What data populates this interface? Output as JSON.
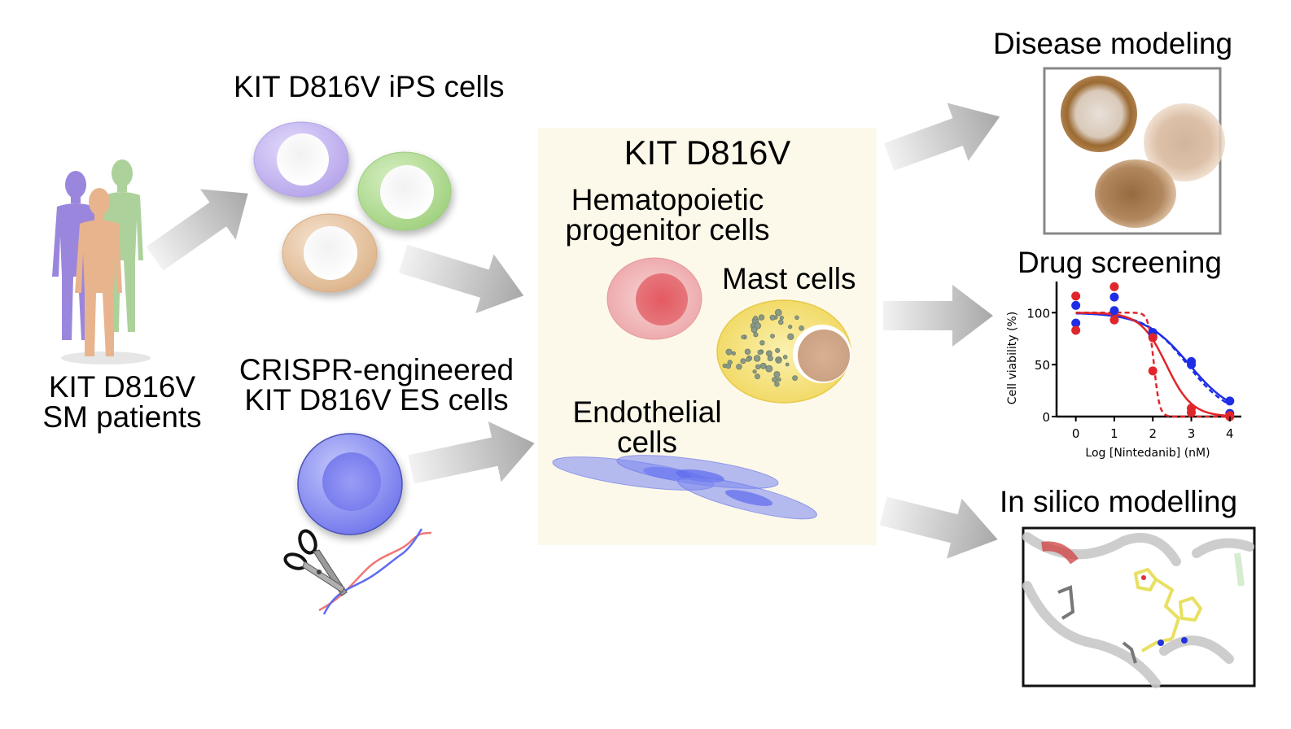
{
  "diagram": {
    "patients": {
      "label_line1": "KIT D816V",
      "label_line2": "SM patients",
      "figure_colors": [
        "#9b86dd",
        "#e8b48e",
        "#a9cf96"
      ]
    },
    "ips_cells": {
      "label": "KIT D816V iPS cells",
      "cell_colors": [
        "#c6b8ef",
        "#b5dc98",
        "#e6c09d"
      ]
    },
    "es_cells": {
      "label_line1": "CRISPR-engineered",
      "label_line2": "KIT D816V ES cells",
      "cell_color": "#7d82f0",
      "dna_colors": [
        "#f06a6a",
        "#5566ee"
      ]
    },
    "center_panel": {
      "title": "KIT D816V",
      "hpc_label_line1": "Hematopoietic",
      "hpc_label_line2": "progenitor cells",
      "mast_label": "Mast cells",
      "endo_label_line1": "Endothelial",
      "endo_label_line2": "cells",
      "background": "#fdf9ea"
    },
    "outputs": {
      "disease_modeling": {
        "title": "Disease modeling"
      },
      "drug_screening": {
        "title": "Drug screening"
      },
      "in_silico": {
        "title": "In silico modelling"
      }
    }
  },
  "chart_data": {
    "type": "scatter",
    "title": "Drug screening",
    "xlabel": "Log [Nintedanib] (nM)",
    "ylabel": "Cell viability (%)",
    "x_ticks": [
      0,
      1,
      2,
      3,
      4
    ],
    "y_ticks": [
      0,
      50,
      100
    ],
    "xlim": [
      -0.5,
      4.3
    ],
    "ylim": [
      0,
      130
    ],
    "grid": false,
    "series": [
      {
        "name": "blue",
        "color": "#1f2ee6",
        "points": [
          [
            0,
            107
          ],
          [
            0,
            90
          ],
          [
            1,
            115
          ],
          [
            1,
            102
          ],
          [
            2,
            81
          ],
          [
            2,
            77
          ],
          [
            3,
            53
          ],
          [
            3,
            50
          ],
          [
            4,
            15
          ],
          [
            4,
            3
          ]
        ],
        "fit_solid": {
          "top": 100,
          "bottom": 0,
          "log_ic50": 2.95,
          "hill": 0.75
        },
        "fit_dashed": {
          "top": 100,
          "bottom": 0,
          "log_ic50": 2.9,
          "hill": 0.8
        }
      },
      {
        "name": "red",
        "color": "#e0262a",
        "points": [
          [
            0,
            116
          ],
          [
            0,
            83
          ],
          [
            1,
            125
          ],
          [
            1,
            93
          ],
          [
            2,
            76
          ],
          [
            2,
            44
          ],
          [
            3,
            8
          ],
          [
            3,
            4
          ],
          [
            4,
            1
          ],
          [
            4,
            0
          ]
        ],
        "fit_solid": {
          "top": 100,
          "bottom": 0,
          "log_ic50": 2.35,
          "hill": 1.3
        },
        "fit_dashed": {
          "top": 100,
          "bottom": 0,
          "log_ic50": 2.03,
          "hill": 6
        }
      }
    ]
  }
}
